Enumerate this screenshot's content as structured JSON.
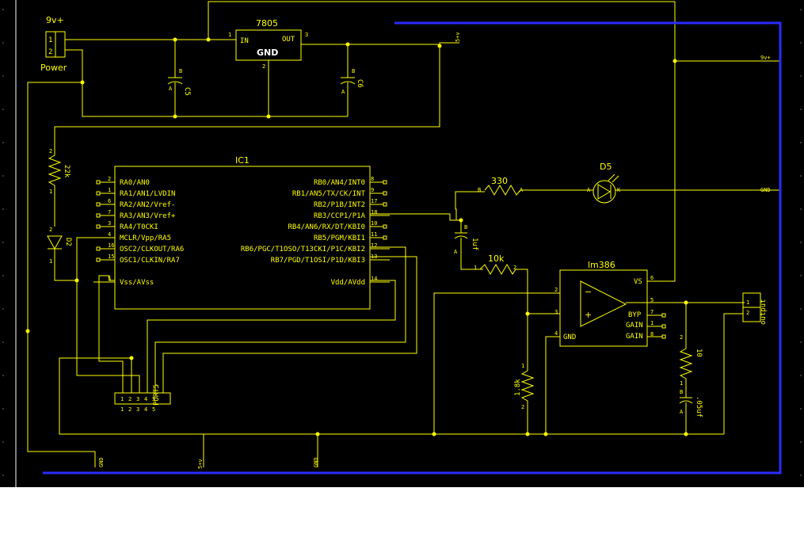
{
  "power_connector": {
    "label": "9v+",
    "name": "Power",
    "pins": [
      "1",
      "2"
    ]
  },
  "regulator": {
    "name": "7805",
    "in": "IN",
    "out": "OUT",
    "gnd": "GND",
    "pins": [
      "1",
      "2",
      "3"
    ]
  },
  "c5": {
    "name": "C5",
    "a": "A",
    "b": "B"
  },
  "c6": {
    "name": "C6",
    "a": "A",
    "b": "B"
  },
  "net_5v_top": "5+v",
  "net_9v_right": "9v+",
  "net_gnd_right": "GND",
  "r_22k": {
    "value": "22k",
    "pin1": "1",
    "pin2": "2"
  },
  "d2": {
    "name": "D2",
    "pin1": "1",
    "pin2": "2"
  },
  "ic1": {
    "name": "IC1",
    "left_pins": [
      {
        "num": "2",
        "label": "RA0/AN0"
      },
      {
        "num": "1",
        "label": "RA1/AN1/LVDIN"
      },
      {
        "num": "6",
        "label": "RA2/AN2/Vref-"
      },
      {
        "num": "7",
        "label": "RA3/AN3/Vref+"
      },
      {
        "num": "3",
        "label": "RA4/T0CKI"
      },
      {
        "num": "4",
        "label": "MCLR/Vpp/RA5"
      },
      {
        "num": "16",
        "label": "OSC2/CLKOUT/RA6"
      },
      {
        "num": "15",
        "label": "OSC1/CLKIN/RA7"
      },
      {
        "num": "5",
        "label": "Vss/AVss"
      }
    ],
    "right_pins": [
      {
        "num": "8",
        "label": "RB0/AN4/INT0"
      },
      {
        "num": "9",
        "label": "RB1/AN5/TX/CK/INT"
      },
      {
        "num": "17",
        "label": "RB2/P1B/INT2"
      },
      {
        "num": "18",
        "label": "RB3/CCP1/P1A"
      },
      {
        "num": "10",
        "label": "RB4/AN6/RX/DT/KBI0"
      },
      {
        "num": "11",
        "label": "RB5/PGM/KBI1"
      },
      {
        "num": "12",
        "label": "RB6/PGC/T1OSO/T13CKI/P1C/KBI2"
      },
      {
        "num": "13",
        "label": "RB7/PGD/T1OSI/P1D/KBI3"
      },
      {
        "num": "14",
        "label": "Vdd/AVdd"
      }
    ]
  },
  "r_330": {
    "value": "330",
    "a": "A",
    "b": "B"
  },
  "d5": {
    "name": "D5",
    "a": "A",
    "k": "K"
  },
  "c_1uf": {
    "value": "1uf",
    "a": "A",
    "b": "B"
  },
  "r_10k": {
    "value": "10k",
    "pin1": "1",
    "pin2": "2"
  },
  "lm386": {
    "name": "lm386",
    "vs": "VS",
    "gnd": "GND",
    "byp": "BYP",
    "gain1": "GAIN",
    "gain2": "GAIN",
    "minus": "−",
    "plus": "+",
    "pins": {
      "in_minus": "2",
      "in_plus": "3",
      "gnd": "4",
      "out": "5",
      "vs": "6",
      "byp": "7",
      "gain1": "1",
      "gain2": "8"
    }
  },
  "r_1_8k": {
    "value": "1.8k",
    "pin1": "1",
    "pin2": "2"
  },
  "r_10": {
    "value": "10",
    "pin1": "1",
    "pin2": "2"
  },
  "c_05uf": {
    "value": ".05uf",
    "a": "A",
    "b": "B"
  },
  "output_conn": {
    "name": "output",
    "pins": [
      "1",
      "2"
    ]
  },
  "port5": {
    "name": "PORT5",
    "pins": [
      "1",
      "2",
      "3",
      "4",
      "5"
    ]
  },
  "net_gnd_bottom_1": "GND",
  "net_5v_bottom": "5+v",
  "net_gnd_bottom_2": "GND",
  "colors": {
    "background": "#000000",
    "wire": "#ffff00",
    "bus": "#2b2bff",
    "page": "#ffffff",
    "frame": "#ffffff"
  }
}
